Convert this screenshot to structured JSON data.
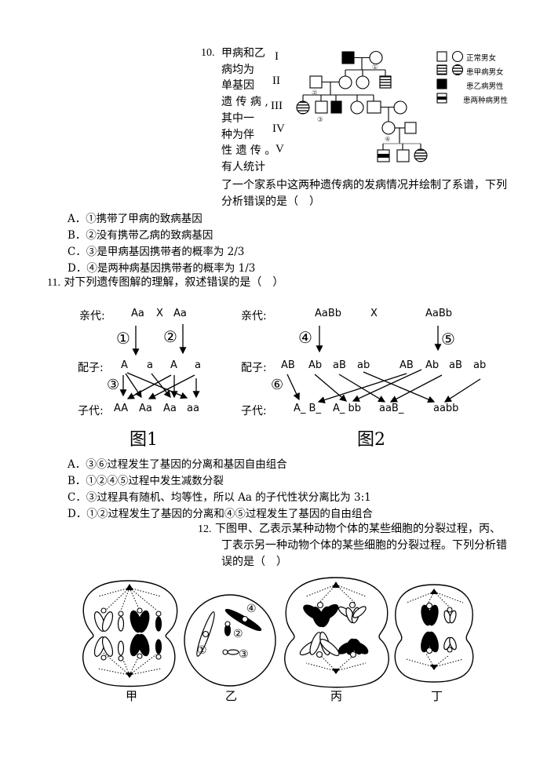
{
  "q10": {
    "number": "10.",
    "stem_lines": [
      "甲病和乙",
      "病均为",
      "单基因",
      "遗 传 病 ,",
      "其中一",
      "种为伴",
      "性 遗 传 。",
      "有人统计"
    ],
    "stem_cont": [
      "了一个家系中这两种遗传病的发病情况并绘制了系谱，下列",
      "分析错误的是（　）"
    ],
    "generations": [
      "I",
      "II",
      "III",
      "IV",
      "V"
    ],
    "pedigree_marks": [
      "①",
      "②",
      "③",
      "④"
    ],
    "legend": [
      {
        "symbol": "empty-square-circle",
        "label": "正常男女"
      },
      {
        "symbol": "striped-square-circle",
        "label": "患甲病男女"
      },
      {
        "symbol": "filled-square",
        "label": "患乙病男性"
      },
      {
        "symbol": "banded-square",
        "label": "患两种病男性"
      }
    ],
    "options": [
      {
        "letter": "A．",
        "mark": "①",
        "text": "携带了甲病的致病基因"
      },
      {
        "letter": "B．",
        "mark": "②",
        "text": "没有携带乙病的致病基因"
      },
      {
        "letter": "C．",
        "mark": "③",
        "text": "是甲病基因携带者的概率为 2/3"
      },
      {
        "letter": "D．",
        "mark": "④",
        "text": "是两种病基因携带者的概率为 1/3"
      }
    ]
  },
  "q11": {
    "number": "11.",
    "stem": "对下列遗传图解的理解，叙述错误的是（　）",
    "fig1": {
      "row_labels": [
        "亲代:",
        "配子:",
        "子代:"
      ],
      "parents": [
        "Aa",
        "X",
        "Aa"
      ],
      "gametes": [
        "A",
        "a",
        "A",
        "a"
      ],
      "offspring": [
        "AA",
        "Aa",
        "Aa",
        "aa"
      ],
      "marks": [
        "①",
        "②",
        "③"
      ],
      "caption": "图1"
    },
    "fig2": {
      "row_labels": [
        "亲代:",
        "配子:",
        "子代:"
      ],
      "parents": [
        "AaBb",
        "X",
        "AaBb"
      ],
      "gametes": [
        "AB",
        "Ab",
        "aB",
        "ab",
        "AB",
        "Ab",
        "aB",
        "ab"
      ],
      "offspring": [
        "A_ B_",
        "A_ bb",
        "aaB_",
        "aabb"
      ],
      "marks": [
        "④",
        "⑤",
        "⑥"
      ],
      "caption": "图2"
    },
    "options": [
      {
        "letter": "A．",
        "marks": "③⑥",
        "text": "过程发生了基因的分离和基因自由组合"
      },
      {
        "letter": "B．",
        "marks": "①②④⑤",
        "text": "过程中发生减数分裂"
      },
      {
        "letter": "C．",
        "marks": "③",
        "text": "过程具有随机、均等性，所以 Aa 的子代性状分离比为 3:1"
      },
      {
        "letter": "D．",
        "marks": "①②",
        "text": "过程发生了基因的分离和④⑤过程发生了基因的自由组合"
      }
    ]
  },
  "q12": {
    "number": "12.",
    "stem_lines": [
      "下图甲、乙表示某种动物个体的某些细胞的分裂过程，丙、",
      "丁表示另一种动物个体的某些细胞的分裂过程。下列分析错",
      "误的是（　）"
    ],
    "cells": [
      "甲",
      "乙",
      "丙",
      "丁"
    ],
    "yi_marks": [
      "①",
      "②",
      "③",
      "④"
    ]
  }
}
